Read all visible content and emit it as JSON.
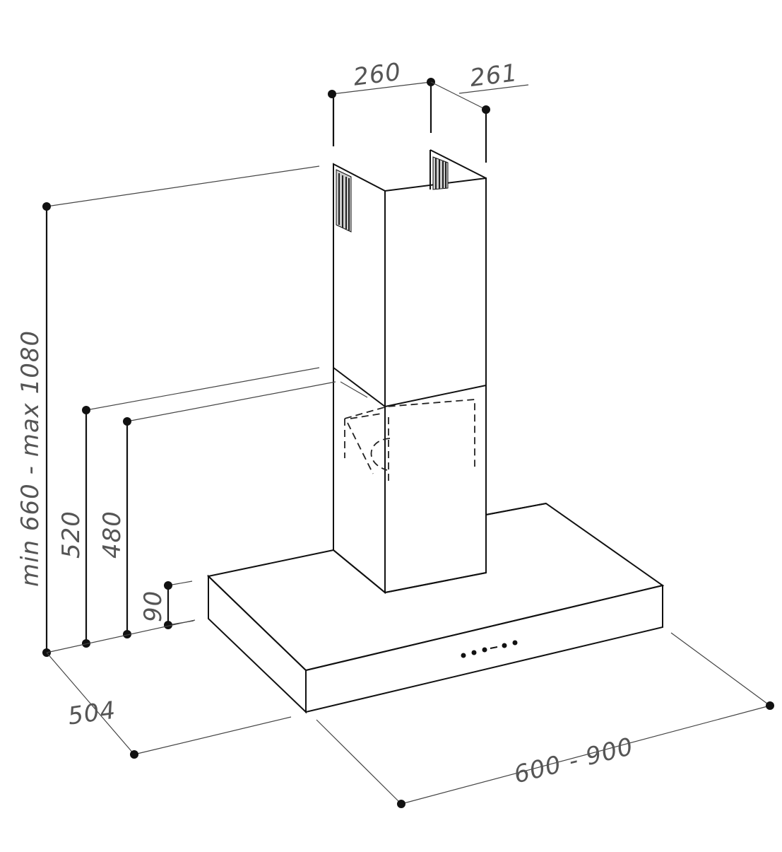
{
  "dimensions": {
    "chimney_width": "260",
    "chimney_depth": "261",
    "total_height": "min 660 - max 1080",
    "height_520": "520",
    "height_480": "480",
    "canopy_height": "90",
    "canopy_depth": "504",
    "canopy_width": "600 - 900"
  },
  "colors": {
    "line": "#111111",
    "label": "#555555",
    "background": "#ffffff"
  }
}
